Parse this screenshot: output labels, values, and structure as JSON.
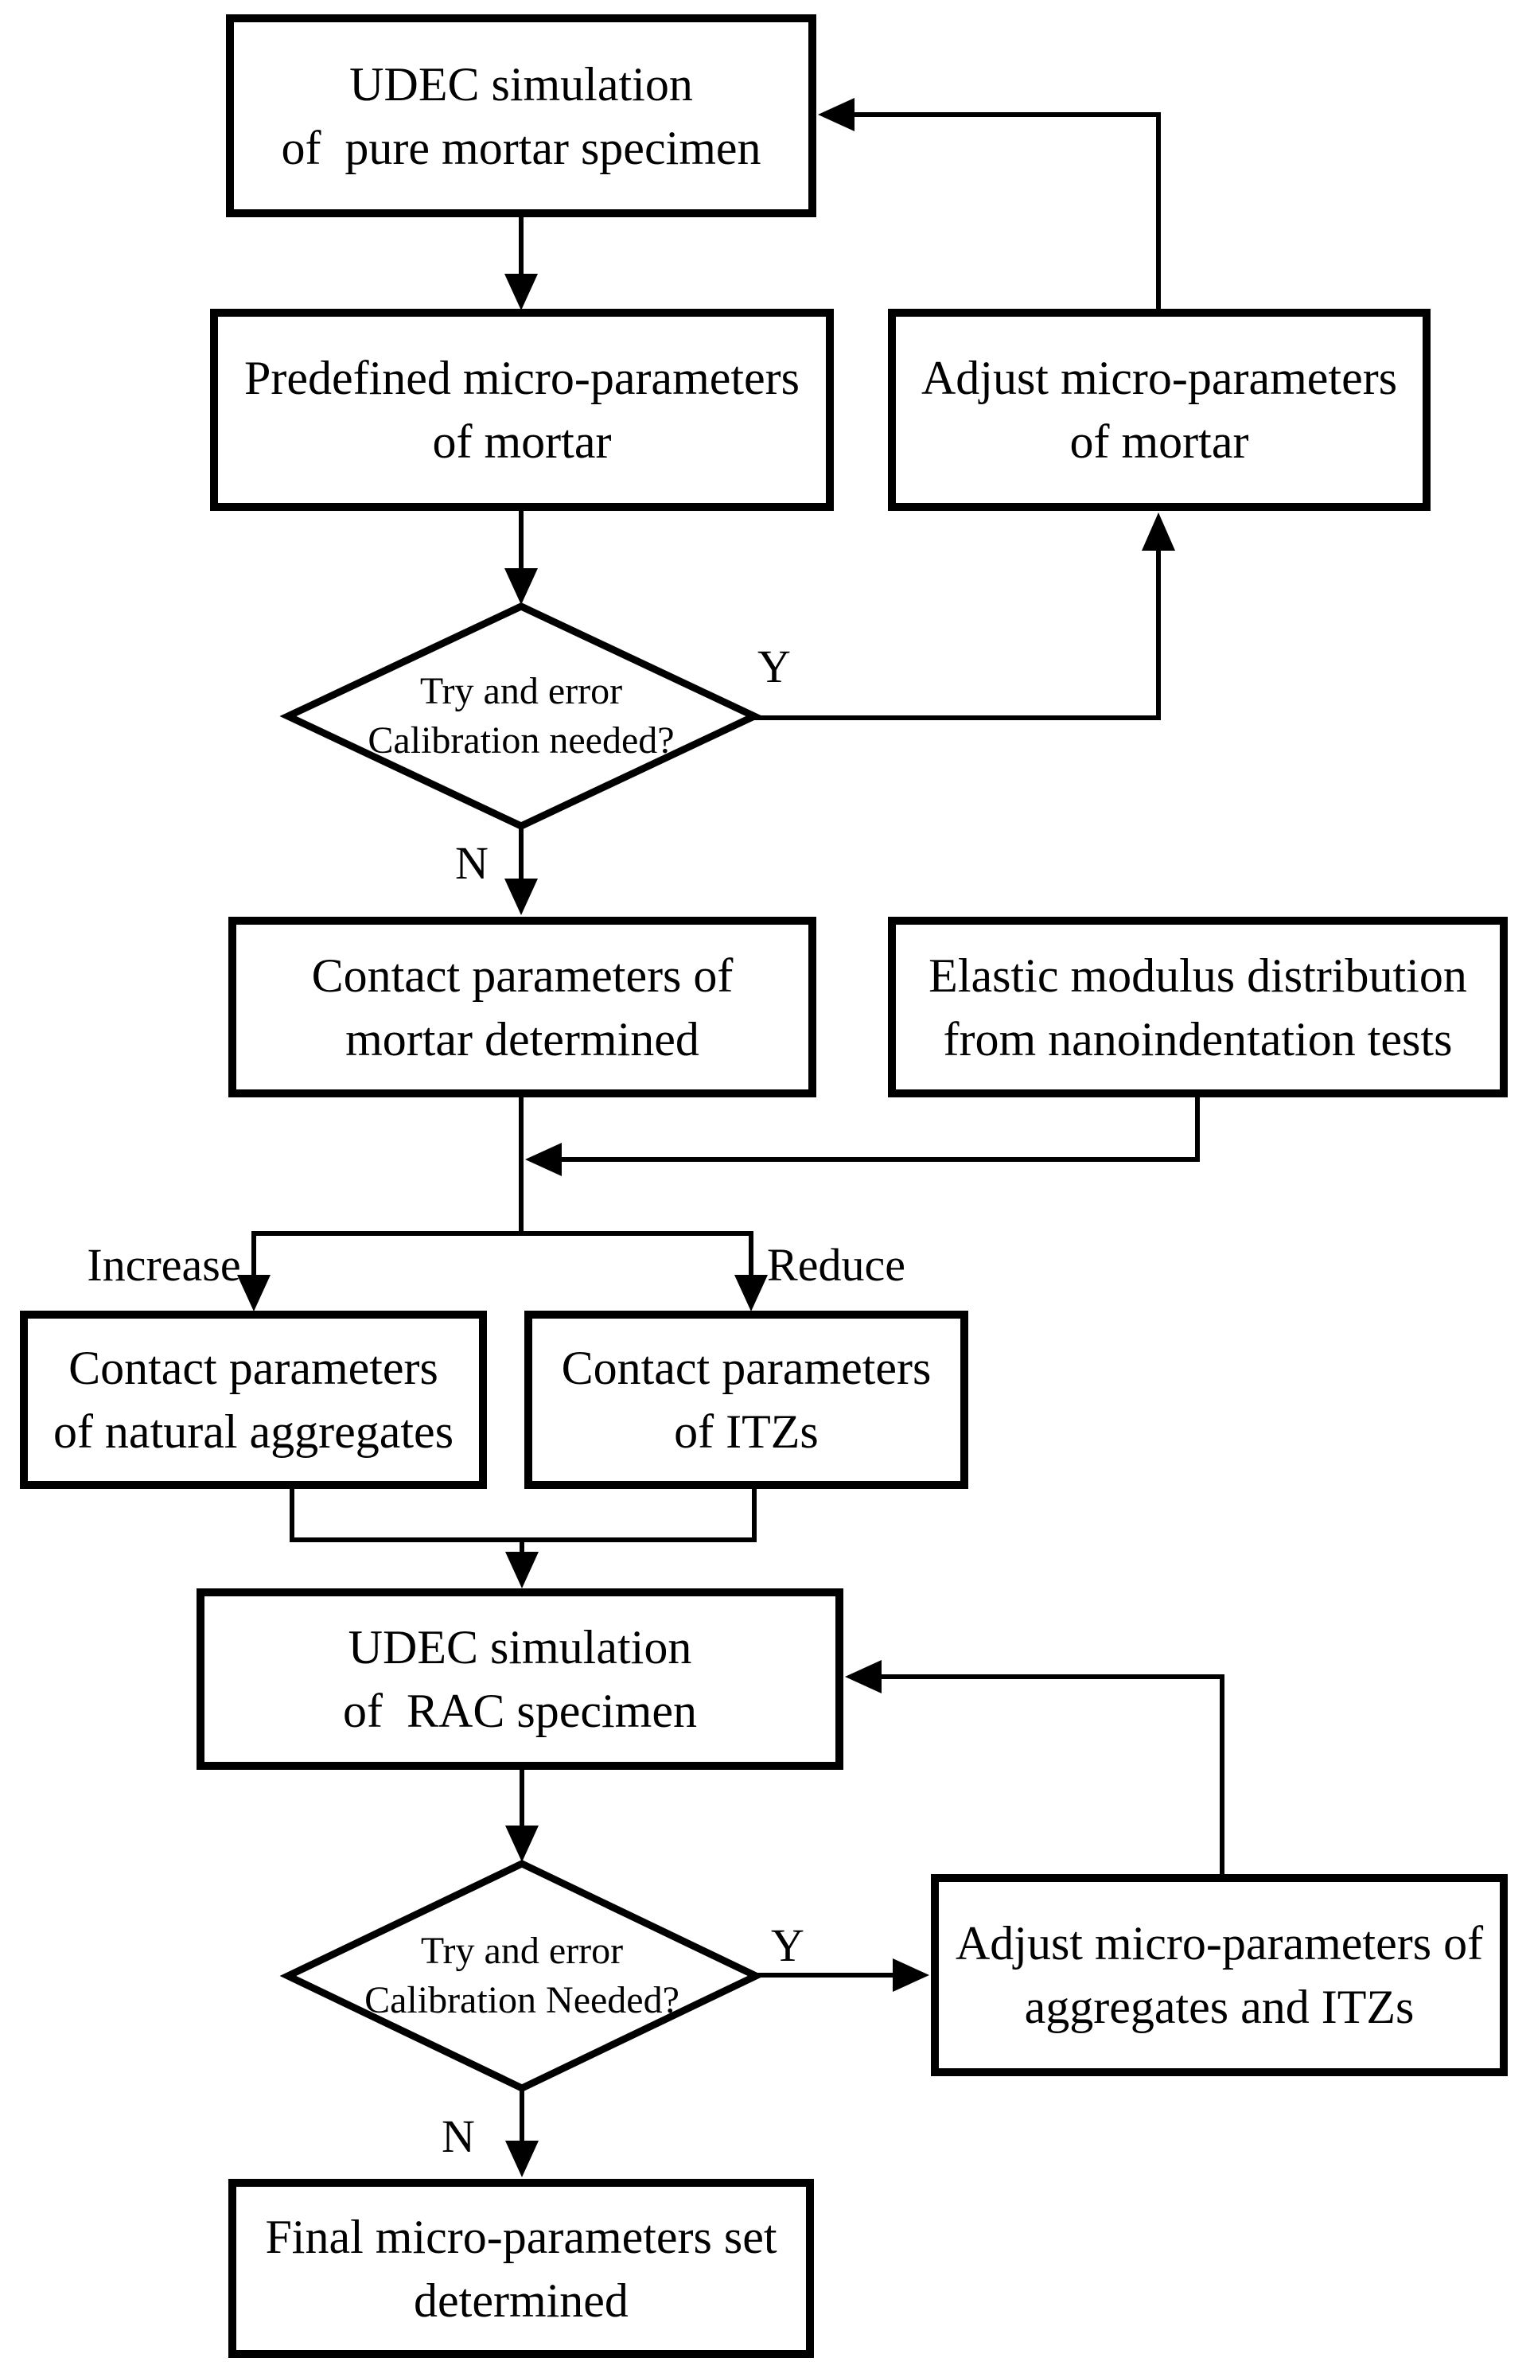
{
  "boxes": {
    "udec_mortar": {
      "text": "UDEC simulation\nof  pure mortar specimen"
    },
    "predefined": {
      "text": "Predefined micro-parameters\nof mortar"
    },
    "adjust_mortar": {
      "text": "Adjust micro-parameters\nof mortar"
    },
    "contact_mortar": {
      "text": "Contact parameters of\nmortar determined"
    },
    "elastic": {
      "text": "Elastic modulus distribution\nfrom nanoindentation tests"
    },
    "aggregates": {
      "text": "Contact parameters\nof natural aggregates"
    },
    "itz": {
      "text": "Contact parameters\nof ITZs"
    },
    "udec_rac": {
      "text": "UDEC simulation\nof  RAC specimen"
    },
    "adjust_agg_itz": {
      "text": "Adjust micro-parameters of\naggregates and ITZs"
    },
    "final": {
      "text": "Final micro-parameters set\ndetermined"
    }
  },
  "decisions": {
    "mortar": {
      "text": "Try and error\nCalibration needed?"
    },
    "rac": {
      "text": "Try and error\nCalibration Needed?"
    }
  },
  "edge_labels": {
    "mortar_yes": "Y",
    "mortar_no": "N",
    "increase": "Increase",
    "reduce": "Reduce",
    "rac_yes": "Y",
    "rac_no": "N"
  },
  "colors": {
    "line": "#000000",
    "background": "#ffffff"
  }
}
